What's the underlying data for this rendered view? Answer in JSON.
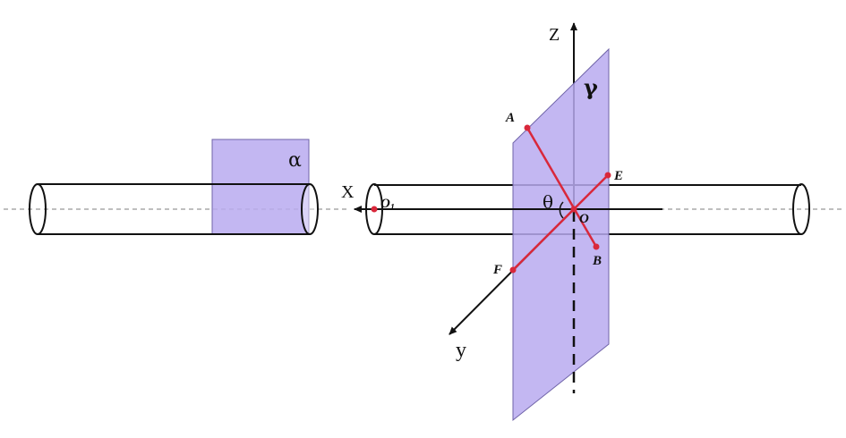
{
  "labels": {
    "alpha": "α",
    "gamma": "γ",
    "theta": "θ",
    "x_axis": "X",
    "y_axis": "y",
    "z_axis": "Z",
    "point_o1": "O",
    "point_o1_sub": "1",
    "point_o": "O",
    "point_a": "A",
    "point_b": "B",
    "point_e": "E",
    "point_f": "F"
  },
  "colors": {
    "plane_fill": "#b9aaf0",
    "plane_stroke": "#6f63a8",
    "red_line": "#d9283b",
    "point_fill": "#d9283b",
    "line": "#111111",
    "dashed_axis": "#7f7f7f"
  }
}
